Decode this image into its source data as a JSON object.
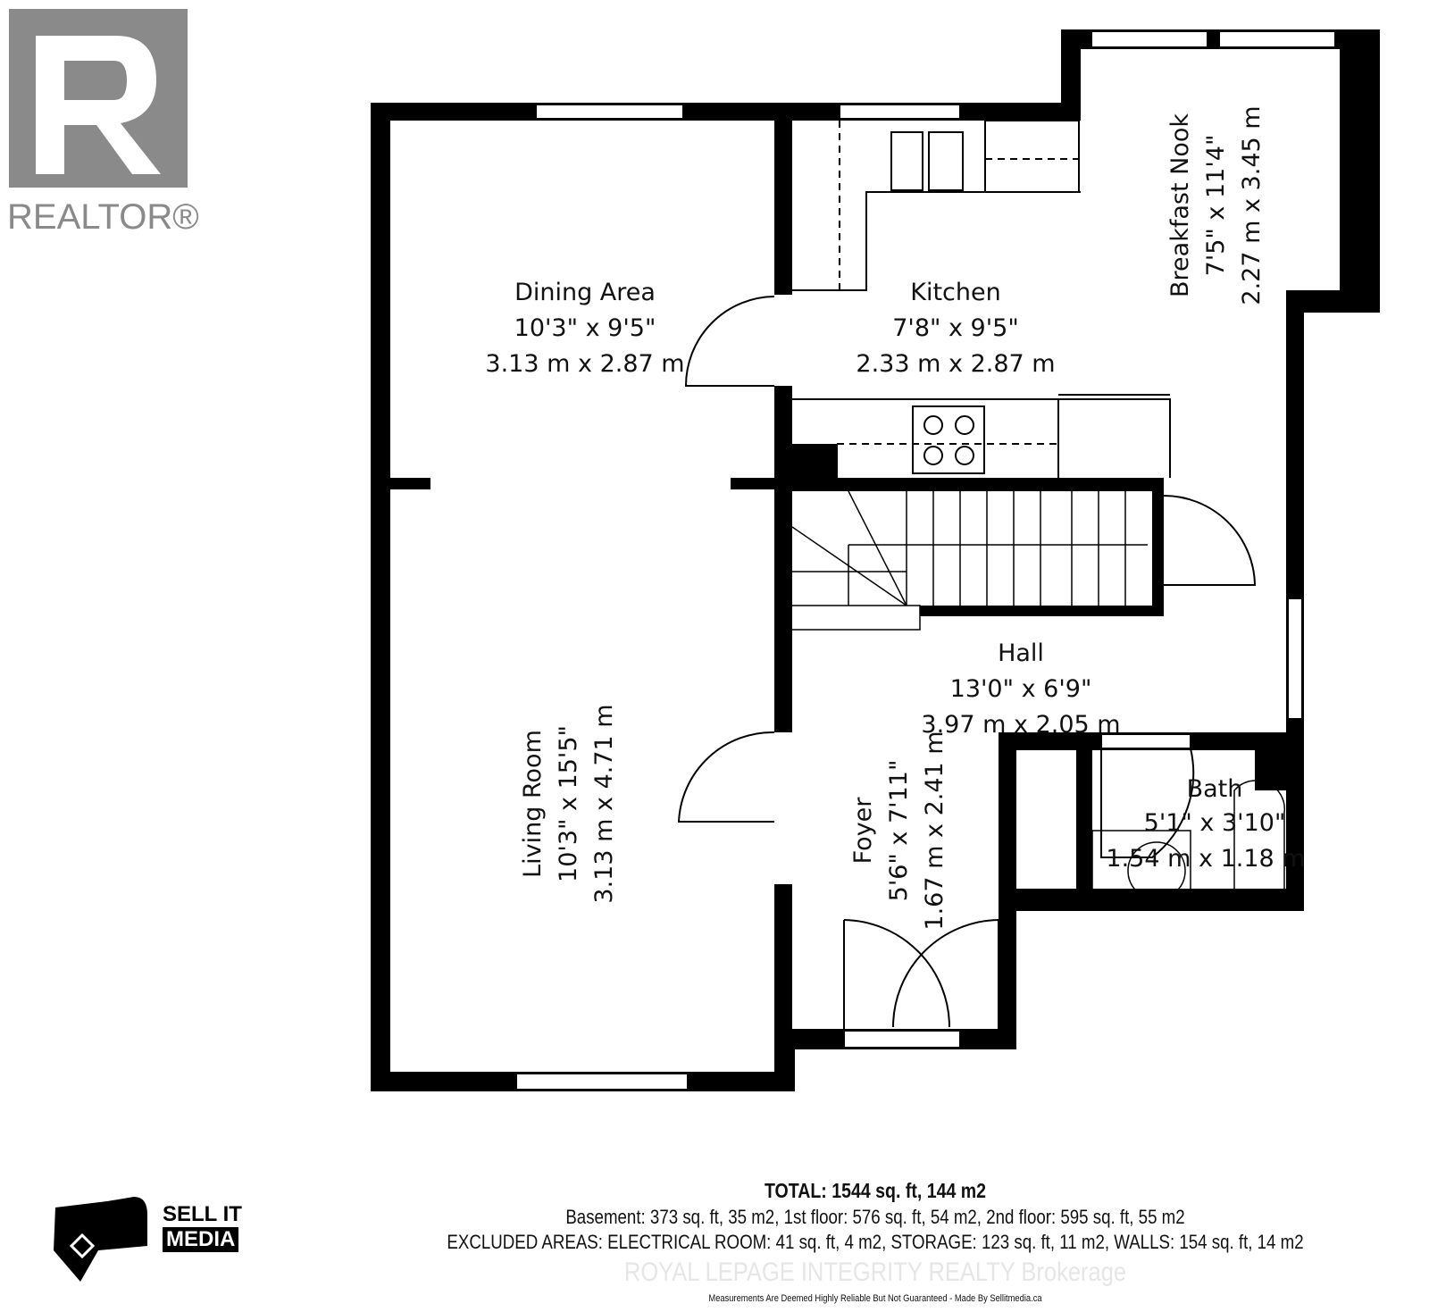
{
  "realtor_logo": {
    "text": "REALTOR®",
    "letter": "R"
  },
  "rooms": [
    {
      "name": "Dining Area",
      "imperial": "10'3\" x 9'5\"",
      "metric": "3.13 m x 2.87 m"
    },
    {
      "name": "Kitchen",
      "imperial": "7'8\" x 9'5\"",
      "metric": "2.33 m x 2.87 m"
    },
    {
      "name": "Breakfast Nook",
      "imperial": "7'5\" x 11'4\"",
      "metric": "2.27 m x 3.45 m"
    },
    {
      "name": "Living Room",
      "imperial": "10'3\" x 15'5\"",
      "metric": "3.13 m x 4.71 m"
    },
    {
      "name": "Hall",
      "imperial": "13'0\" x 6'9\"",
      "metric": "3.97 m x 2.05 m"
    },
    {
      "name": "Foyer",
      "imperial": "5'6\" x 7'11\"",
      "metric": "1.67 m x 2.41 m"
    },
    {
      "name": "Bath",
      "imperial": "5'1\" x 3'10\"",
      "metric": "1.54 m x 1.18 m"
    }
  ],
  "footer": {
    "total": "TOTAL: 1544 sq. ft, 144 m2",
    "floors": "Basement: 373 sq. ft, 35 m2, 1st floor: 576 sq. ft, 54 m2, 2nd floor: 595 sq. ft, 55 m2",
    "excluded": "EXCLUDED AREAS: ELECTRICAL ROOM: 41 sq. ft, 4 m2, STORAGE: 123 sq. ft, 11 m2, WALLS: 154 sq. ft, 14 m2",
    "watermark": "ROYAL LEPAGE INTEGRITY REALTY Brokerage",
    "disclaimer": "Measurements Are Deemed Highly Reliable But Not Guaranteed - Made By Sellitmedia.ca"
  },
  "sellit_logo": {
    "line1": "SELL IT",
    "line2": "MEDIA"
  },
  "colors": {
    "wall": "#000000",
    "realtor_gray": "#8a8a8a"
  }
}
